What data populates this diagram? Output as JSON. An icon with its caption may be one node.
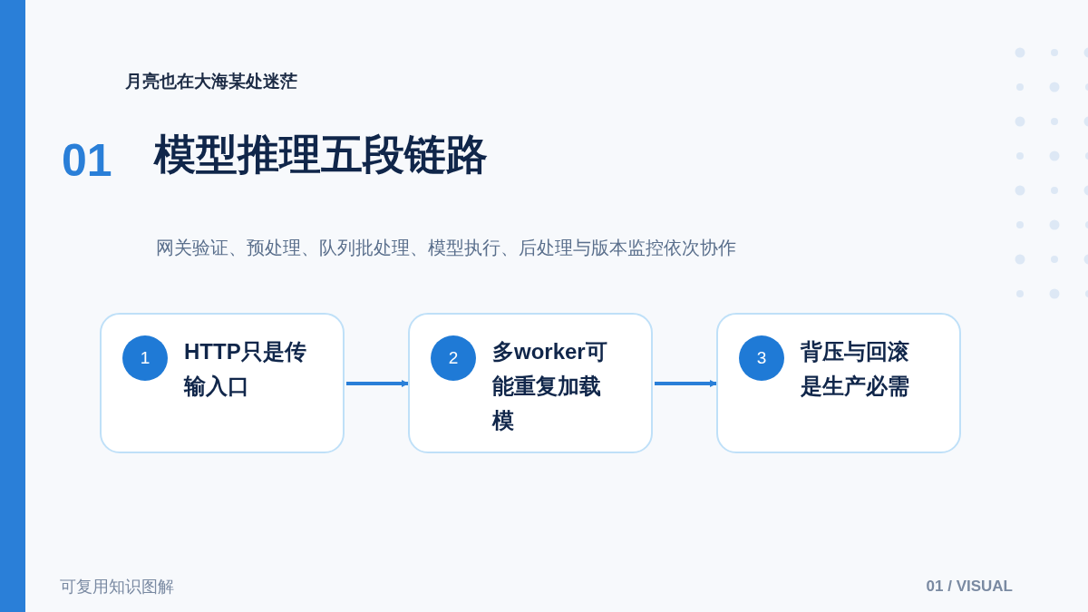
{
  "diagram": {
    "title": "模型推理五段链路",
    "nodes": [
      {
        "text": [
          "HTTP只是传输入口"
        ]
      },
      {
        "text": [
          "1"
        ],
        "in": 0
      },
      {
        "text": [
          "多worker可能重复加载模"
        ]
      },
      {
        "text": [
          "2"
        ],
        "in": 2
      },
      {
        "text": [
          "背压与回滚是生产必需"
        ]
      },
      {
        "text": [
          "3"
        ],
        "in": 4
      }
    ],
    "edges": [
      {
        "from": 0,
        "to": 2,
        "arrow": "to"
      },
      {
        "from": 2,
        "to": 4,
        "arrow": "to"
      }
    ],
    "labels": [
      "月亮也在大海某处迷茫",
      "01",
      "网关验证、预处理、队列批处理、模型执行、后处理与版本监控依次协作",
      "可复用知识图解",
      "01 / VISUAL"
    ]
  }
}
